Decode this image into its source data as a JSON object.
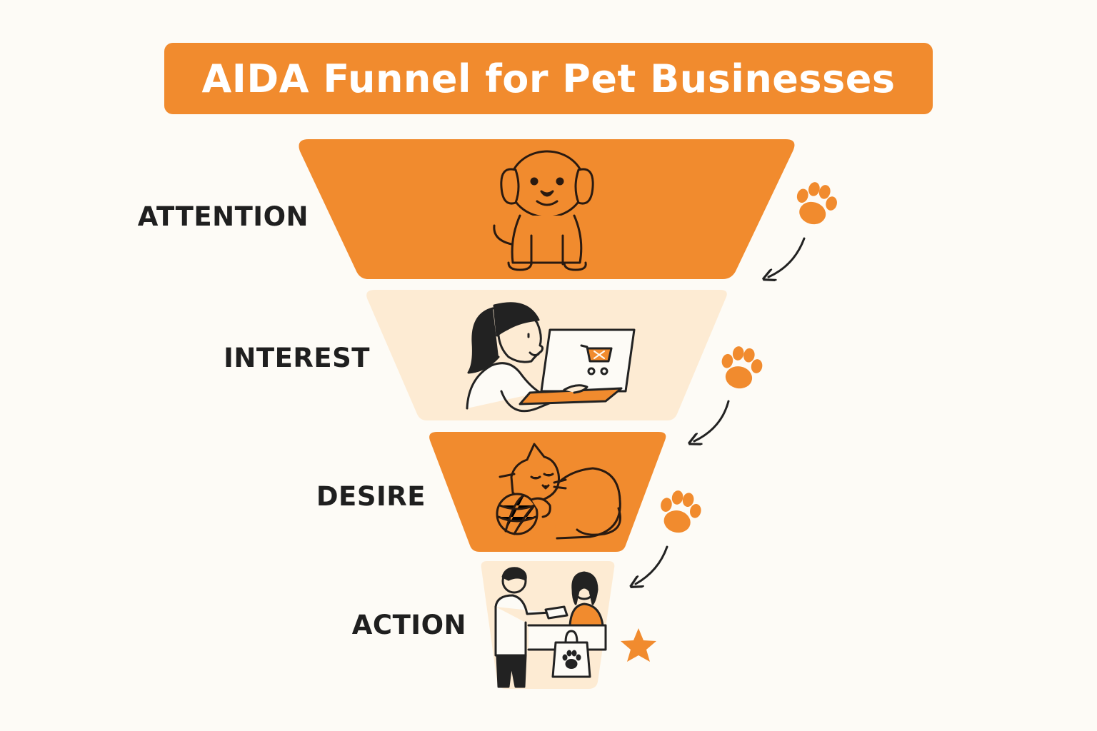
{
  "title": "AIDA Funnel for Pet Businesses",
  "stages": [
    {
      "label": "ATTENTION",
      "icon": "puppy-icon",
      "fill": "#f18b2e"
    },
    {
      "label": "INTEREST",
      "icon": "woman-laptop-shopping-icon",
      "fill": "#fdebd3"
    },
    {
      "label": "DESIRE",
      "icon": "cat-yarn-icon",
      "fill": "#f18b2e"
    },
    {
      "label": "ACTION",
      "icon": "store-checkout-icon",
      "fill": "#fdebd3"
    }
  ],
  "colors": {
    "accent": "#f18b2e",
    "light_fill": "#fdebd3",
    "background": "#fdfbf6",
    "ink": "#222222"
  }
}
